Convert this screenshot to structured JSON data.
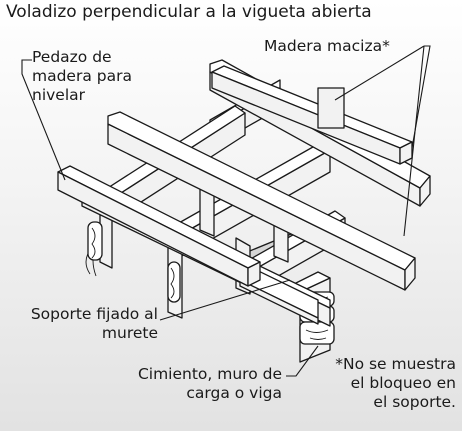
{
  "title": "Voladizo perpendicular a la vigueta abierta",
  "labels": {
    "leveling_block": [
      "Pedazo de",
      "madera para",
      "nivelar"
    ],
    "solid_lumber": "Madera maciza*",
    "ledger": [
      "Soporte fijado al",
      "murete"
    ],
    "foundation": [
      "Cimiento, muro de",
      "carga o viga"
    ],
    "footnote": [
      "*No se muestra",
      "el bloqueo en",
      "el soporte."
    ]
  }
}
